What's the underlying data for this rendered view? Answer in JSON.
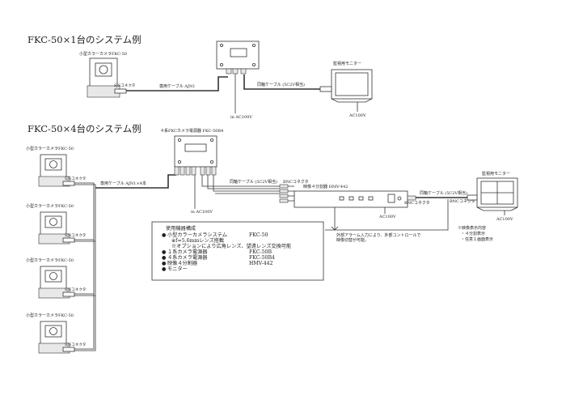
{
  "section1": {
    "title": "FKC-50×1台のシステム例",
    "camera_label": "小型カラーカメラFKC-50",
    "sjis_connector": "SJSコネクタ",
    "dedicated_cable": "専用ケーブル AJN1",
    "coax_cable": "同軸ケーブル (5C2V相当)",
    "power": "in AC100V",
    "monitor_label": "監視用モニター",
    "monitor_power": "AC100V"
  },
  "section2": {
    "title": "FKC-50×4台のシステム例",
    "camera_label": "小型カラーカメラFKC-50",
    "sjis_connector": "SJSコネクタ",
    "power_unit_label": "４系FKCカメラ電源器 FKC-50B4",
    "dedicated_cable": "専用ケーブル AJN1×4本",
    "coax_cable1": "同軸ケーブル (5C2V相当)",
    "bnc1": "BNCコネクタ",
    "splitter_label": "映像４分割器 HMV-442",
    "power": "in AC100V",
    "splitter_power": "AC100V",
    "bnc2": "BNCコネクタ",
    "coax_cable2": "同軸ケーブル (5C2V相当)",
    "bnc3": "BNCコネクタ",
    "monitor_label": "監視用モニター",
    "monitor_power": "AC100V",
    "alarm_note": [
      "外部アラーム入力により、外部コントロールで",
      "映像切替が可能。"
    ],
    "split_note": [
      "※映像表示内容",
      "・４分割表示",
      "・任意１画面表示"
    ]
  },
  "equipment": {
    "heading": "使用機器構成",
    "lines": [
      {
        "bullet": "●",
        "name": "小型カラーカメラシステム",
        "model": "FKC-50"
      },
      {
        "bullet": "",
        "name": "※f=5.6mmレンズ搭載",
        "model": ""
      },
      {
        "bullet": "",
        "name": "※オプションにより広角レンズ、望遠レンズ交換可能",
        "model": ""
      },
      {
        "bullet": "●",
        "name": "１系カメラ電源器",
        "model": "FKC-50B"
      },
      {
        "bullet": "●",
        "name": "４系カメラ電源器",
        "model": "FKC-50B4"
      },
      {
        "bullet": "●",
        "name": "映像４分割器",
        "model": "HMV-442"
      },
      {
        "bullet": "●",
        "name": "モニター",
        "model": ""
      }
    ]
  }
}
